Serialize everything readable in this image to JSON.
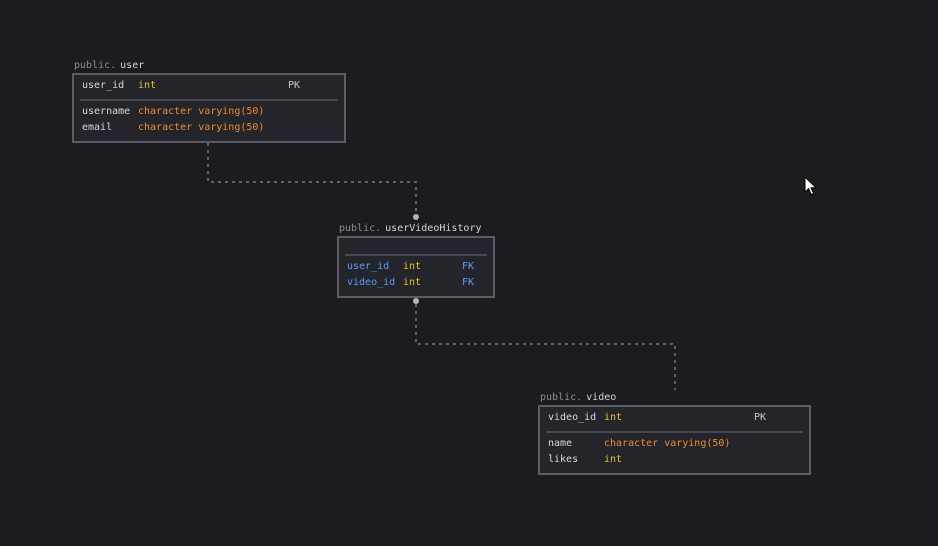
{
  "tables": {
    "user": {
      "schema": "public.",
      "name": "user",
      "primary": {
        "name": "user_id",
        "type": "int",
        "key": "PK"
      },
      "columns": [
        {
          "name": "username",
          "type": "character varying(50)"
        },
        {
          "name": "email",
          "type": "character varying(50)"
        }
      ]
    },
    "history": {
      "schema": "public.",
      "name": "userVideoHistory",
      "columns": [
        {
          "name": "user_id",
          "type": "int",
          "key": "FK"
        },
        {
          "name": "video_id",
          "type": "int",
          "key": "FK"
        }
      ]
    },
    "video": {
      "schema": "public.",
      "name": "video",
      "primary": {
        "name": "video_id",
        "type": "int",
        "key": "PK"
      },
      "columns": [
        {
          "name": "name",
          "type": "character varying(50)"
        },
        {
          "name": "likes",
          "type": "int"
        }
      ]
    }
  },
  "colors": {
    "background": "#1c1c20",
    "table_fill": "#23252b",
    "table_border": "#5a5d66",
    "int_type": "#e6c229",
    "varchar_type": "#f08a30",
    "foreign_key": "#5b9bff",
    "connector": "#8a8d94"
  }
}
